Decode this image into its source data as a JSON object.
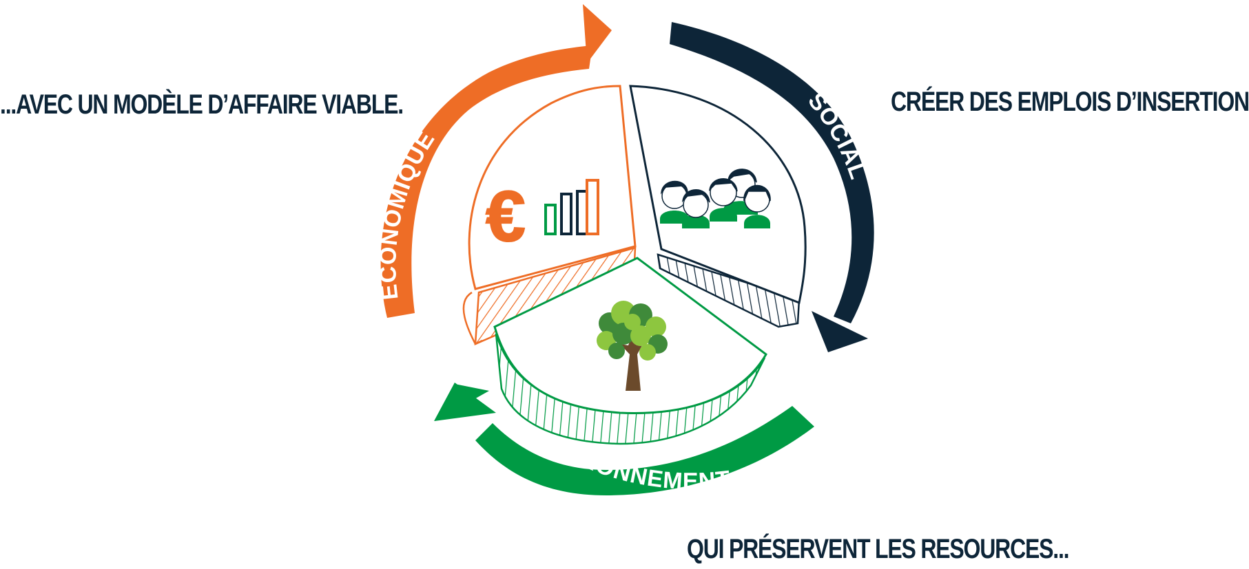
{
  "captions": {
    "economic": "...AVEC UN MODÈLE D’AFFAIRE VIABLE.",
    "social": "CRÉER DES EMPLOIS D’INSERTION...",
    "environmental": "QUI PRÉSERVENT LES RESOURCES..."
  },
  "arrows": {
    "economic": "ÉCONOMIQUE",
    "social": "SOCIAL",
    "environmental": "ENVIRONNEMENTAL"
  },
  "symbols": {
    "currency": "€"
  },
  "colors": {
    "economic": "#ee6d26",
    "social": "#0d2538",
    "environmental": "#009a44",
    "tree_light": "#8dc63f",
    "tree_dark": "#3f8a3a",
    "trunk": "#6b4a2b"
  },
  "icons": {
    "economic": "euro-bar-chart-icon",
    "social": "people-group-icon",
    "environmental": "tree-icon"
  }
}
